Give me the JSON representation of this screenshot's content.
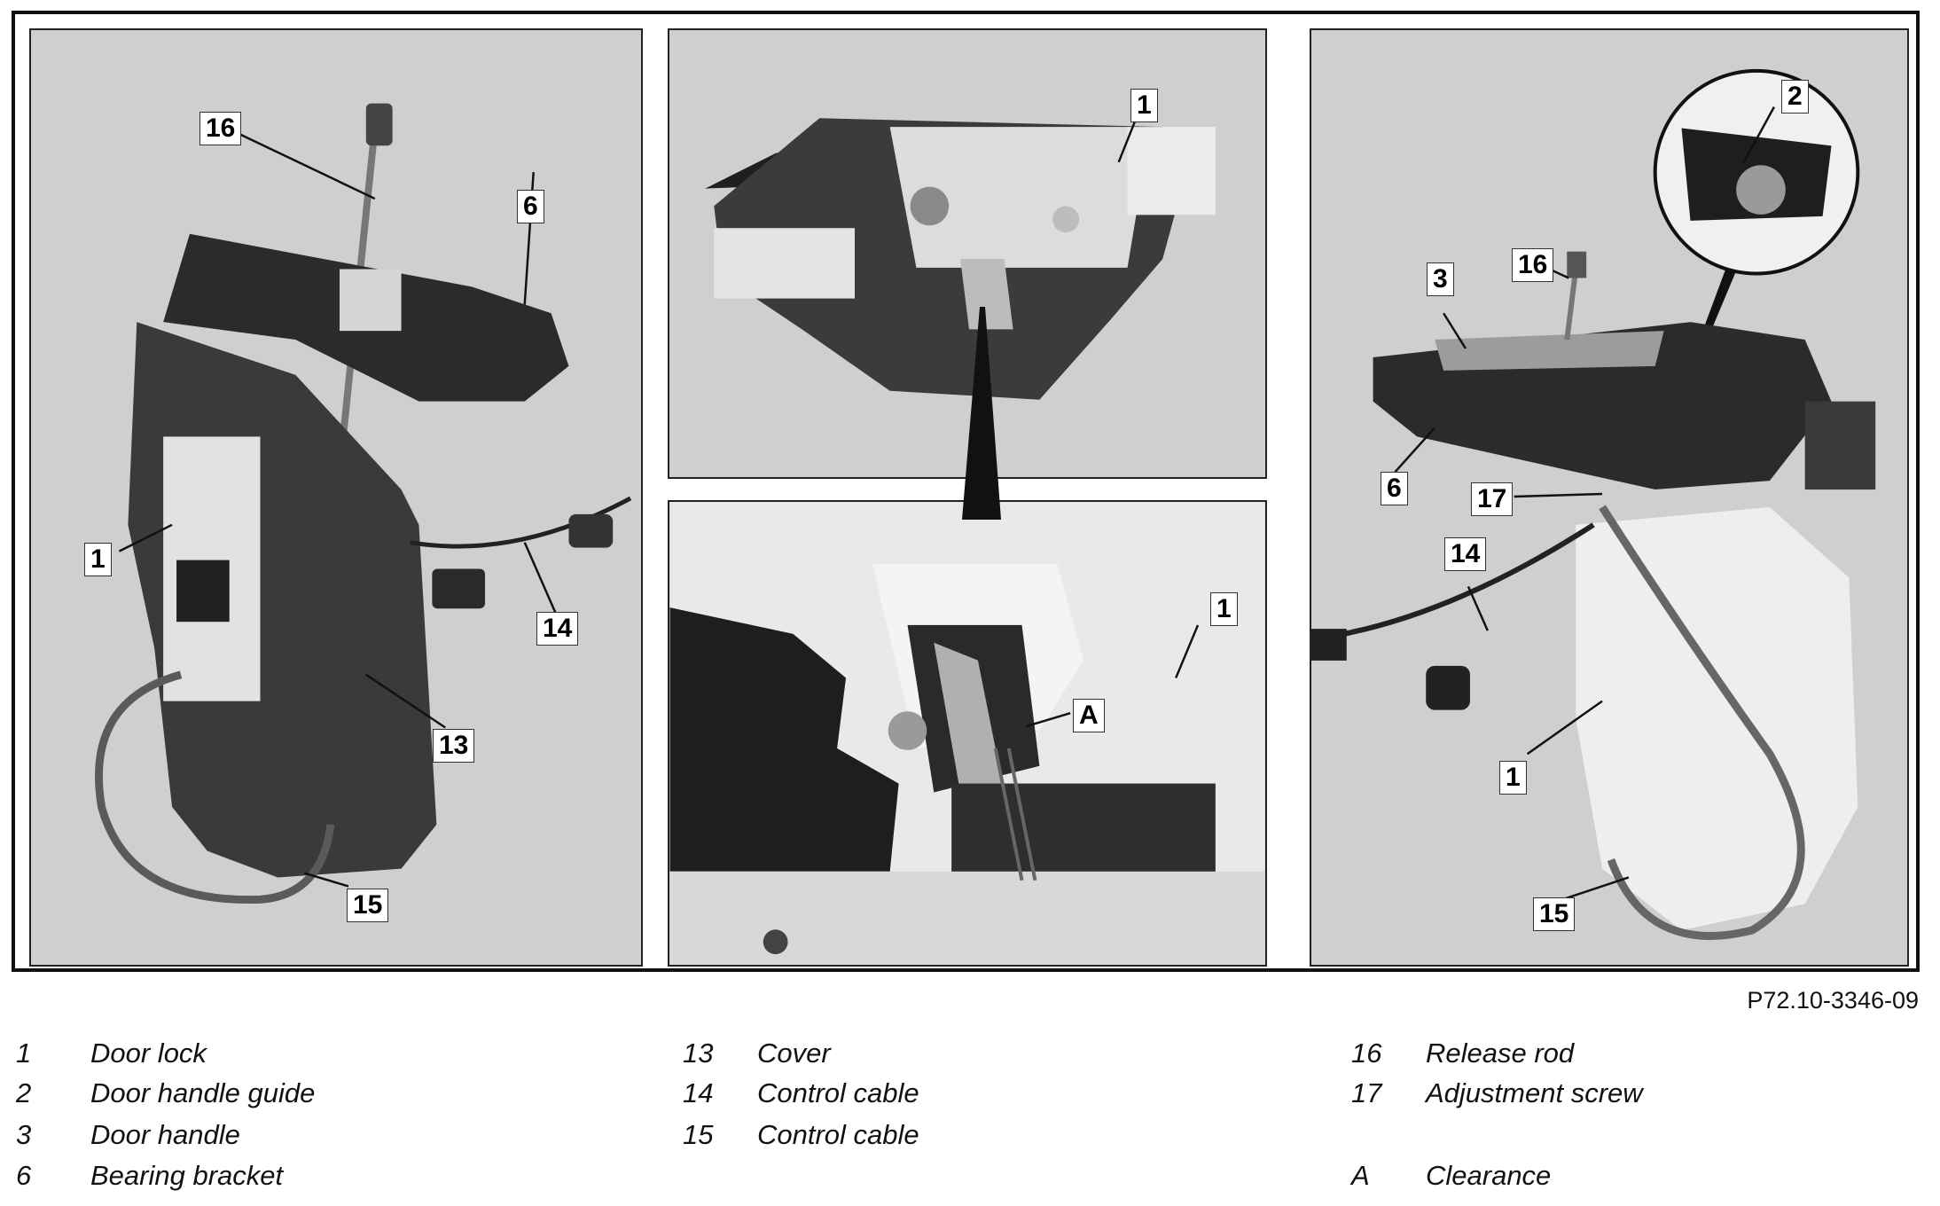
{
  "figure_id": "P72.10-3346-09",
  "panels": {
    "left": {
      "callouts": [
        "16",
        "6",
        "1",
        "14",
        "13",
        "15"
      ]
    },
    "top_middle": {
      "callouts": [
        "1"
      ]
    },
    "bottom_middle": {
      "callouts": [
        "1",
        "A"
      ]
    },
    "right": {
      "callouts": [
        "2",
        "3",
        "16",
        "6",
        "17",
        "14",
        "1",
        "15"
      ]
    }
  },
  "legend": {
    "col1": [
      {
        "num": "1",
        "text": "Door lock"
      },
      {
        "num": "2",
        "text": "Door handle guide"
      },
      {
        "num": "3",
        "text": "Door handle"
      },
      {
        "num": "6",
        "text": "Bearing bracket"
      }
    ],
    "col2": [
      {
        "num": "13",
        "text": "Cover"
      },
      {
        "num": "14",
        "text": "Control cable"
      },
      {
        "num": "15",
        "text": "Control cable"
      }
    ],
    "col3": [
      {
        "num": "16",
        "text": "Release rod"
      },
      {
        "num": "17",
        "text": "Adjustment screw"
      },
      {
        "num": "A",
        "text": "Clearance"
      }
    ]
  },
  "colors": {
    "panel_bg": "#cfcfd1",
    "part_dark": "#2b2b2d",
    "part_light": "#e4e4e6",
    "line": "#111111"
  }
}
